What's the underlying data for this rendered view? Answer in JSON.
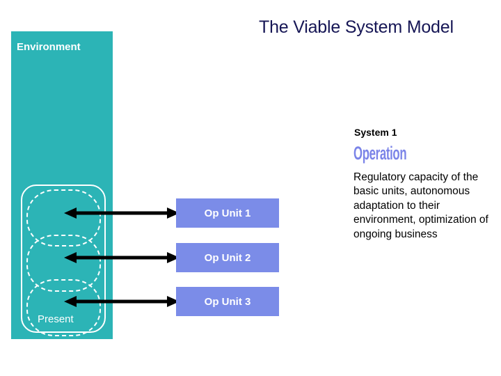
{
  "slide": {
    "title": "The Viable System Model",
    "title_color": "#161655",
    "background": "#ffffff"
  },
  "environment_panel": {
    "label": "Environment",
    "fill_color": "#2cb4b6",
    "outline_color": "#ffffff",
    "present_label": "Present",
    "loops": [
      {
        "name": "environment-loop-1"
      },
      {
        "name": "environment-loop-2"
      },
      {
        "name": "environment-loop-3"
      }
    ]
  },
  "op_units": {
    "box_color": "#7b8ce8",
    "text_color": "#ffffff",
    "items": [
      {
        "label": "Op Unit 1"
      },
      {
        "label": "Op Unit 2"
      },
      {
        "label": "Op Unit 3"
      }
    ]
  },
  "connectors": {
    "style": "double-headed-arrow",
    "color": "#000000",
    "count": 3
  },
  "system_panel": {
    "system_label": "System 1",
    "heading": "Operation",
    "heading_color": "#7b84e8",
    "body": "Regulatory capacity of the basic units, autonomous adaptation to their environment, optimization of ongoing business"
  }
}
